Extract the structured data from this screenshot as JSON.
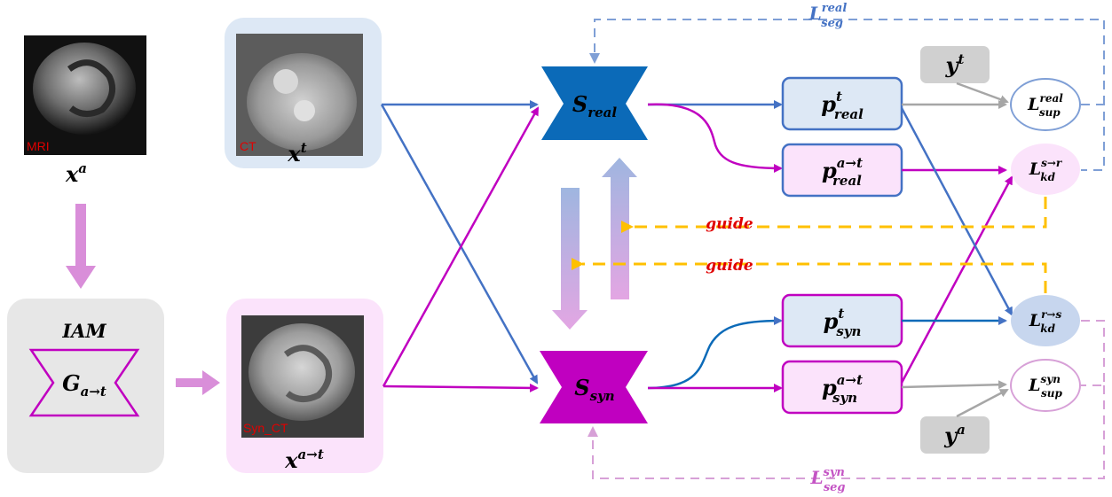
{
  "colors": {
    "blue": "#4472c4",
    "dark_blue": "#0b6ab8",
    "magenta": "#c000c0",
    "gray": "#a6a6a6",
    "orange": "#ffc000",
    "light_blue_fill": "#dde8f5",
    "light_pink_fill": "#fbe3fb",
    "light_gray_fill": "#e7e7e7",
    "loss_blue_stroke": "#7f9fd6",
    "loss_pink_stroke": "#d7a0d7",
    "label_red": "#e00000"
  },
  "images": {
    "mri": {
      "tag": "MRI",
      "var_base": "x",
      "var_sup": "a"
    },
    "ct": {
      "tag": "CT",
      "var_base": "x",
      "var_sup": "t"
    },
    "syn_ct": {
      "tag": "Syn_CT",
      "var_base": "x",
      "var_sup": "a→t"
    }
  },
  "iam": {
    "title": "IAM",
    "gen_base": "G",
    "gen_sub": "a→t"
  },
  "segmenters": {
    "real": {
      "base": "S",
      "sub": "real"
    },
    "syn": {
      "base": "S",
      "sub": "syn"
    }
  },
  "predictions": {
    "p_real_t": {
      "base": "p",
      "sup": "t",
      "sub": "real"
    },
    "p_real_at": {
      "base": "p",
      "sup": "a→t",
      "sub": "real"
    },
    "p_syn_t": {
      "base": "p",
      "sup": "t",
      "sub": "syn"
    },
    "p_syn_at": {
      "base": "p",
      "sup": "a→t",
      "sub": "syn"
    }
  },
  "labels": {
    "y_t": {
      "base": "y",
      "sup": "t"
    },
    "y_a": {
      "base": "y",
      "sup": "a"
    }
  },
  "losses": {
    "sup_real": {
      "base": "L",
      "sup": "real",
      "sub": "sup"
    },
    "kd_sr": {
      "base": "L",
      "sup": "s→r",
      "sub": "kd"
    },
    "kd_rs": {
      "base": "L",
      "sup": "r→s",
      "sub": "kd"
    },
    "sup_syn": {
      "base": "L",
      "sup": "syn",
      "sub": "sup"
    },
    "seg_real": {
      "base": "L",
      "sup": "real",
      "sub": "seg"
    },
    "seg_syn": {
      "base": "L",
      "sup": "syn",
      "sub": "seg"
    }
  },
  "guide_labels": [
    "guide",
    "guide"
  ]
}
